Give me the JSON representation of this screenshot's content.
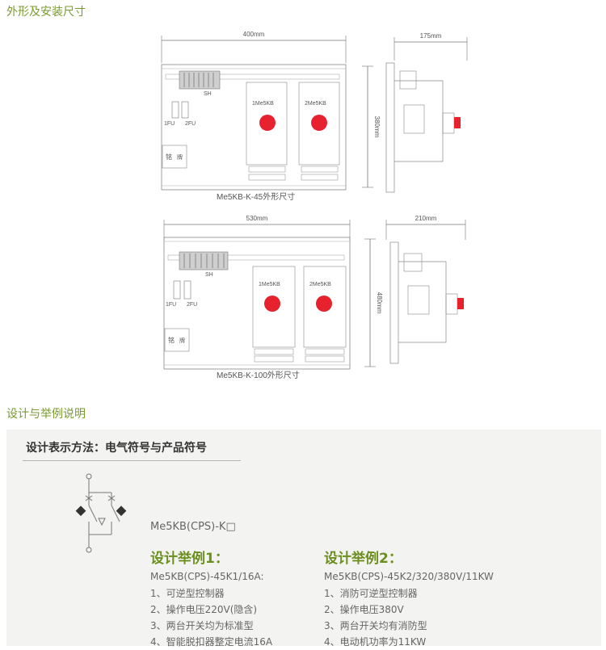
{
  "section1_title": "外形及安装尺寸",
  "section2_title": "设计与举例说明",
  "drawing1": {
    "width_dim": "400mm",
    "height_dim": "380mm",
    "side_dim": "175mm",
    "caption": "Me5KB-K-45外形尺寸",
    "sh": "SH",
    "fu1": "1FU",
    "fu2": "2FU",
    "unit1": "1Me5KB",
    "unit2": "2Me5KB",
    "plate1": "铭",
    "plate2": "牌"
  },
  "drawing2": {
    "width_dim": "530mm",
    "height_dim": "480mm",
    "side_dim": "210mm",
    "caption": "Me5KB-K-100外形尺寸",
    "sh": "SH",
    "fu1": "1FU",
    "fu2": "2FU",
    "unit1": "1Me5KB",
    "unit2": "2Me5KB",
    "plate1": "铭",
    "plate2": "牌"
  },
  "design": {
    "subheading": "设计表示方法：电气符号与产品符号",
    "symbol_label": "Me5KB(CPS)-K□",
    "example1": {
      "title": "设计举例1：",
      "model": "Me5KB(CPS)-45K1/16A:",
      "items": [
        "1、可逆型控制器",
        "2、操作电压220V(隐含)",
        "3、两台开关均为标准型",
        "4、智能脱扣器整定电流16A"
      ]
    },
    "example2": {
      "title": "设计举例2：",
      "model": "Me5KB(CPS)-45K2/320/380V/11KW",
      "items": [
        "1、消防可逆型控制器",
        "2、操作电压380V",
        "3、两台开关均有消防型",
        "4、电动机功率为11KW"
      ]
    }
  },
  "colors": {
    "accent": "#7a9a2e",
    "red": "#e8212e",
    "line": "#777777"
  }
}
